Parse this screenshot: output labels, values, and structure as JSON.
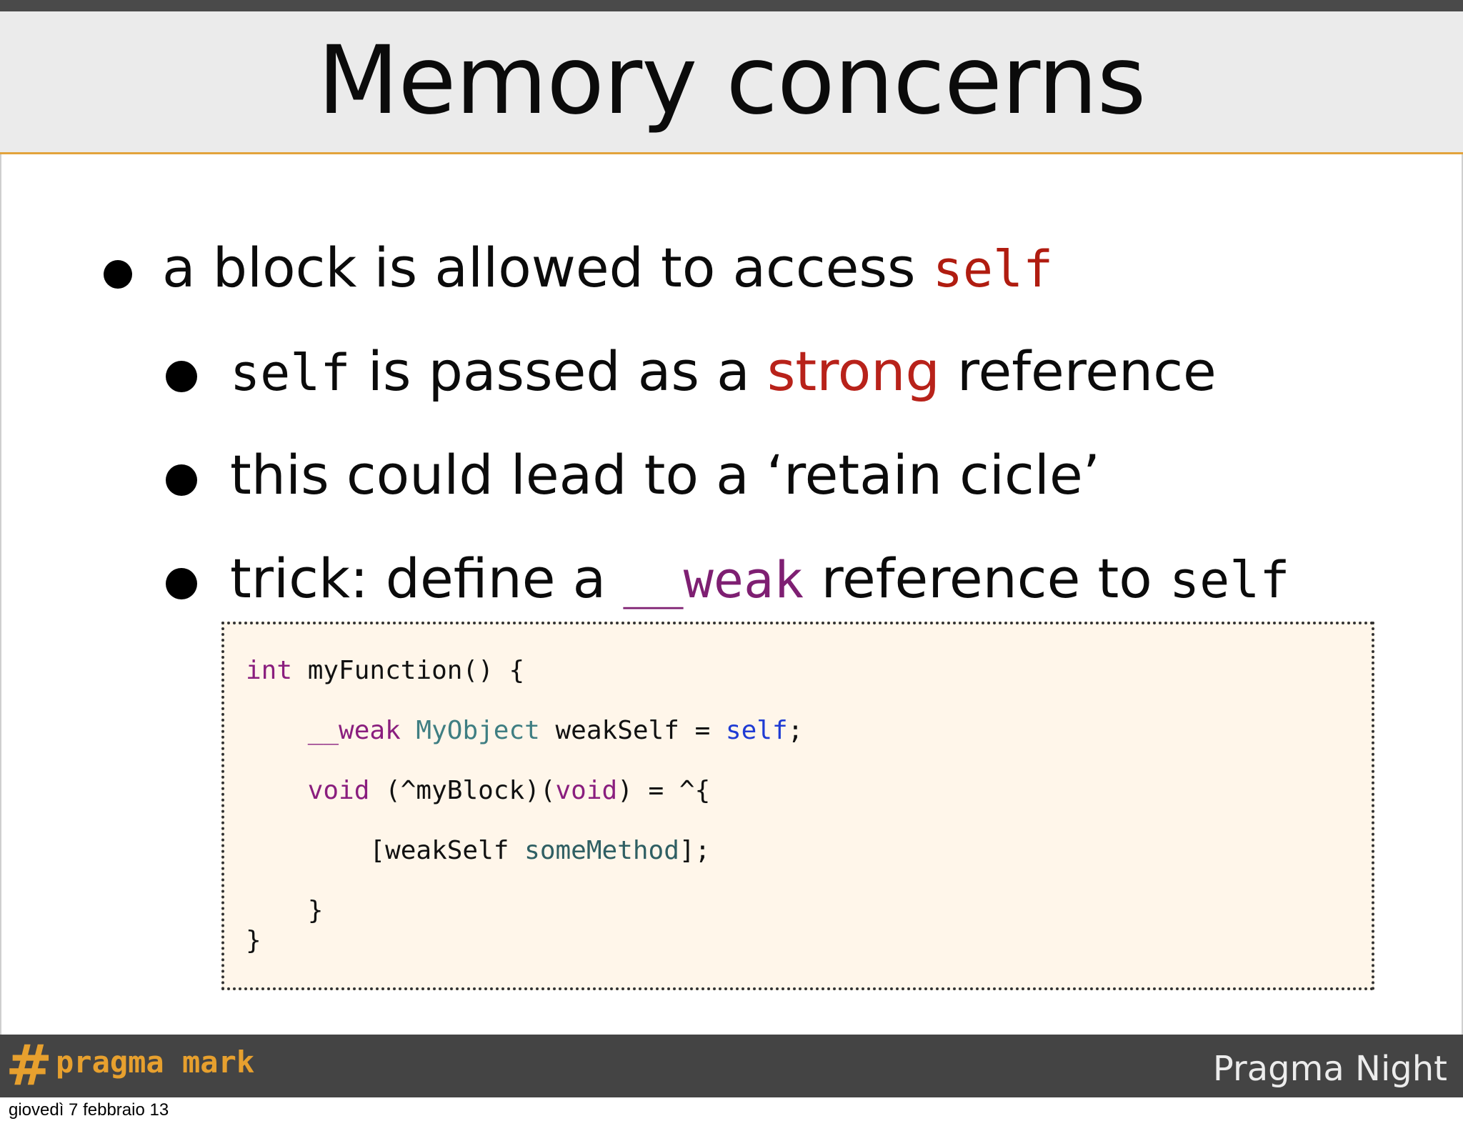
{
  "slide": {
    "title": "Memory concerns",
    "bullets": [
      {
        "level": 1,
        "text": "a block is allowed to access ",
        "code": "self"
      },
      {
        "level": 2,
        "code": "self",
        "text_before": " is passed as a ",
        "highlight": "strong",
        "text_after": " reference"
      },
      {
        "level": 2,
        "text": "this could lead to a ‘retain cicle’"
      },
      {
        "level": 2,
        "text_before": "trick: define a ",
        "code": "__weak",
        "text_middle": " reference to ",
        "code2": "self"
      }
    ],
    "code_lines": [
      {
        "kw": "int",
        "rest": " myFunction() {"
      },
      {
        "indent": "    ",
        "kw": "__weak",
        "type": " MyObject",
        "mid": " weakSelf = ",
        "selfkw": "self",
        "end": ";"
      },
      {
        "indent": "    ",
        "kw": "void",
        "mid": " (^myBlock)(",
        "kw2": "void",
        "end": ") = ^{"
      },
      {
        "indent": "        ",
        "open": "[weakSelf ",
        "method": "someMethod",
        "end": "];"
      },
      {
        "indent": "    ",
        "text": "}"
      },
      {
        "text": "}"
      }
    ]
  },
  "footer": {
    "logo_hash": "#",
    "logo_text": "pragma mark",
    "right_text": "Pragma Night"
  },
  "date": "giovedì 7 febbraio 13",
  "colors": {
    "accent": "#e3a33c",
    "title_band": "#ebebeb",
    "code_bg": "#fff6ea",
    "keyword": "#8a1e7e",
    "type": "#3f7e82",
    "self": "#1f3bd4",
    "red": "#b01c10",
    "footer_bg": "#444444"
  }
}
